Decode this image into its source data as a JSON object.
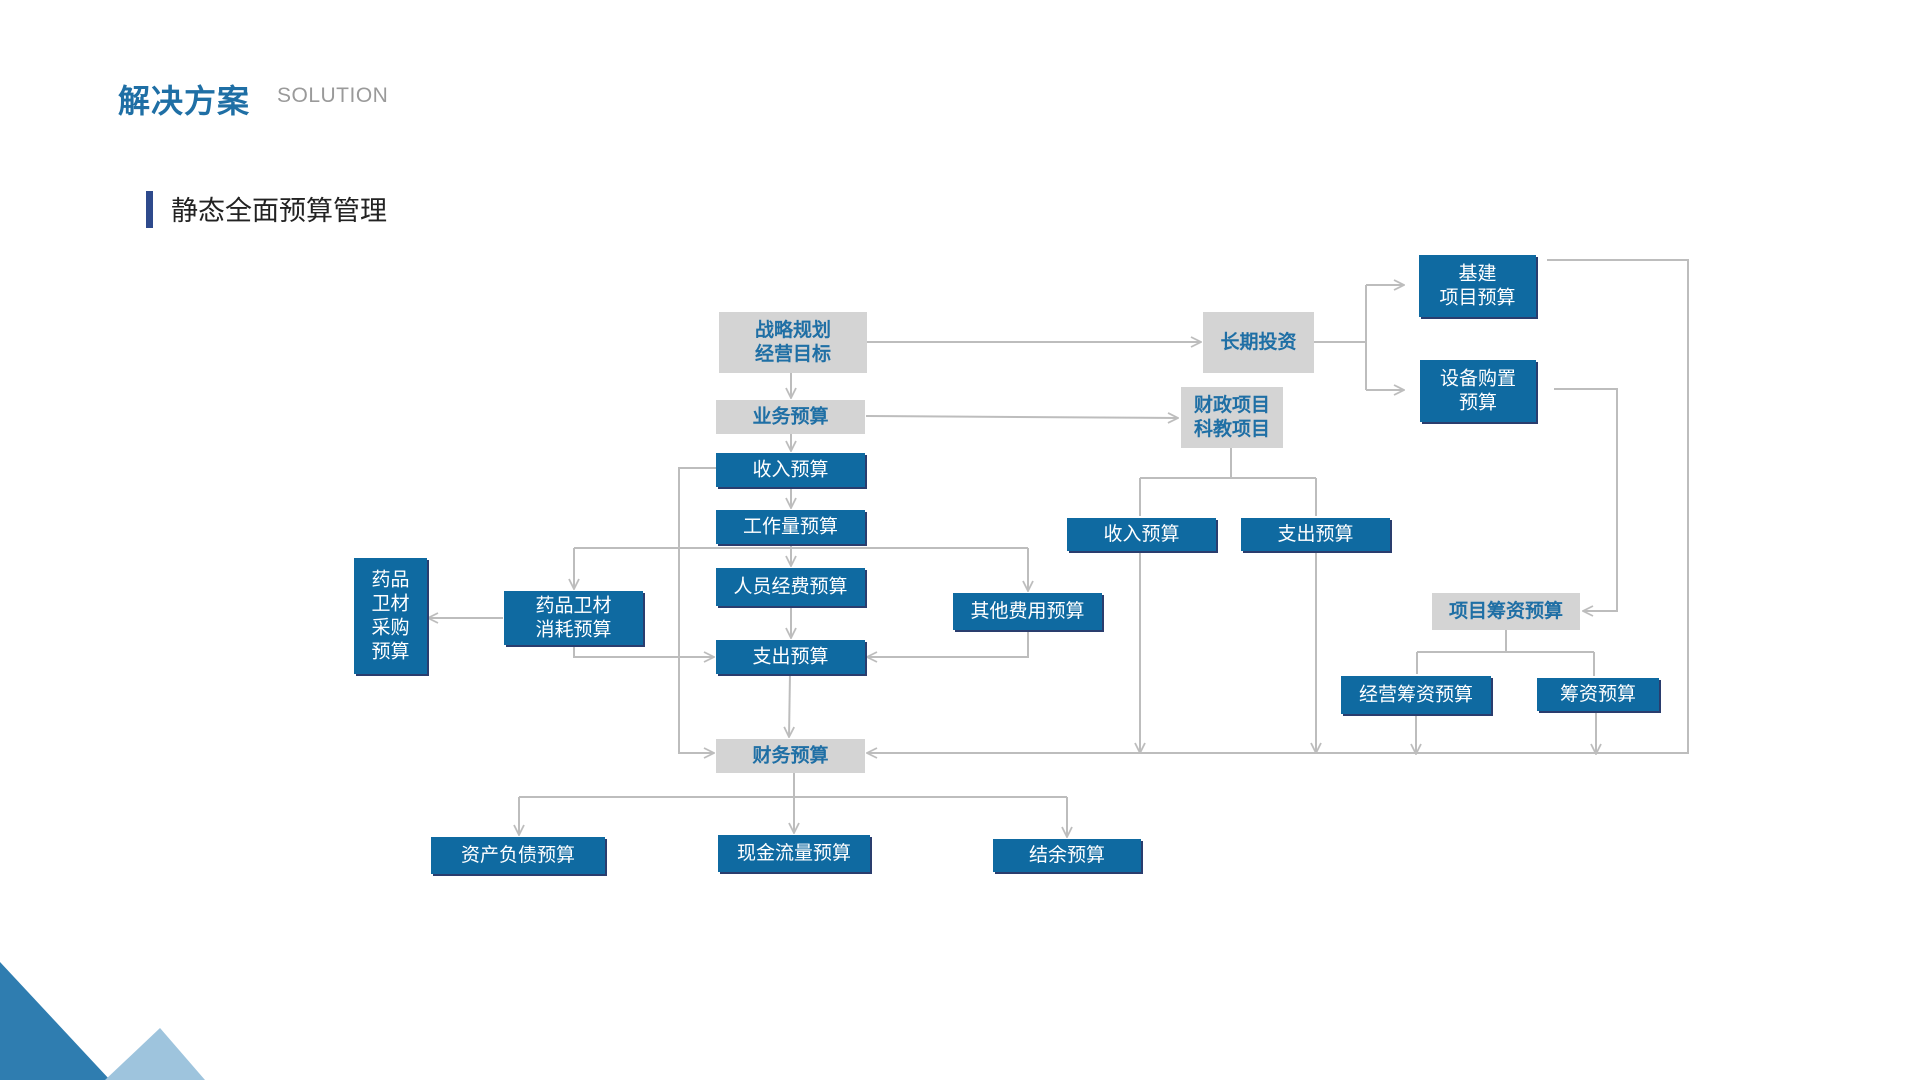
{
  "header": {
    "title": "解决方案",
    "subtitle": "SOLUTION"
  },
  "section": {
    "title": "静态全面预算管理"
  },
  "colors": {
    "node_blue": "#0f6aa1",
    "node_gray": "#d4d4d4",
    "text_on_gray": "#1f6fa5",
    "connector": "#bdbdbd",
    "accent": "#2e4a8c"
  },
  "diagram": {
    "nodes": [
      {
        "id": "zhanlue",
        "lines": [
          "战略规划",
          "经营目标"
        ],
        "style": "gray"
      },
      {
        "id": "yewu",
        "lines": [
          "业务预算"
        ],
        "style": "gray"
      },
      {
        "id": "shouru",
        "lines": [
          "收入预算"
        ],
        "style": "blue"
      },
      {
        "id": "gongzuo",
        "lines": [
          "工作量预算"
        ],
        "style": "blue"
      },
      {
        "id": "renyuan",
        "lines": [
          "人员经费预算"
        ],
        "style": "blue"
      },
      {
        "id": "zhichu",
        "lines": [
          "支出预算"
        ],
        "style": "blue"
      },
      {
        "id": "caiwu",
        "lines": [
          "财务预算"
        ],
        "style": "gray"
      },
      {
        "id": "yaopin_xh",
        "lines": [
          "药品卫材",
          "消耗预算"
        ],
        "style": "blue"
      },
      {
        "id": "yaopin_cg",
        "lines": [
          "药品",
          "卫材",
          "采购",
          "预算"
        ],
        "style": "blue"
      },
      {
        "id": "qita",
        "lines": [
          "其他费用预算"
        ],
        "style": "blue"
      },
      {
        "id": "zichan",
        "lines": [
          "资产负债预算"
        ],
        "style": "blue"
      },
      {
        "id": "xianjin",
        "lines": [
          "现金流量预算"
        ],
        "style": "blue"
      },
      {
        "id": "jieyu",
        "lines": [
          "结余预算"
        ],
        "style": "blue"
      },
      {
        "id": "changqi",
        "lines": [
          "长期投资"
        ],
        "style": "gray"
      },
      {
        "id": "caizheng",
        "lines": [
          "财政项目",
          "科教项目"
        ],
        "style": "gray"
      },
      {
        "id": "shouru2",
        "lines": [
          "收入预算"
        ],
        "style": "blue"
      },
      {
        "id": "zhichu2",
        "lines": [
          "支出预算"
        ],
        "style": "blue"
      },
      {
        "id": "jijian",
        "lines": [
          "基建",
          "项目预算"
        ],
        "style": "blue"
      },
      {
        "id": "shebei",
        "lines": [
          "设备购置",
          "预算"
        ],
        "style": "blue"
      },
      {
        "id": "xiangmu",
        "lines": [
          "项目筹资预算"
        ],
        "style": "gray"
      },
      {
        "id": "jingying",
        "lines": [
          "经营筹资预算"
        ],
        "style": "blue"
      },
      {
        "id": "chouzi",
        "lines": [
          "筹资预算"
        ],
        "style": "blue"
      }
    ]
  }
}
